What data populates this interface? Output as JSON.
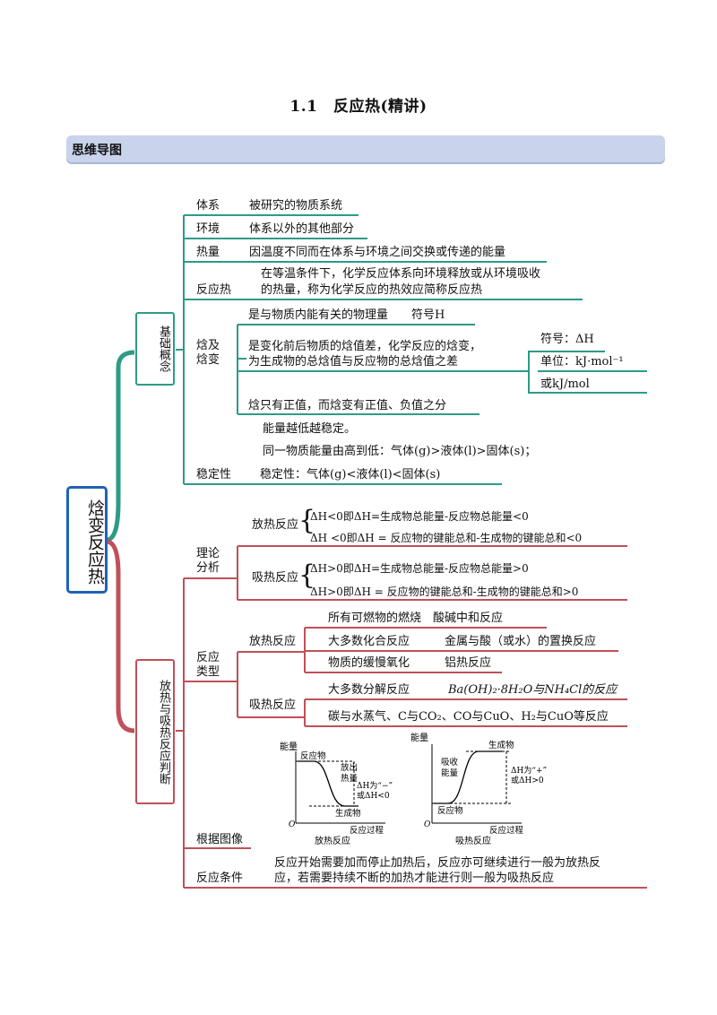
{
  "title": "1.1　反应热(精讲)",
  "section_banner": "思维导图",
  "root": "焓变反应热",
  "branch1": {
    "label": "基础概念",
    "items": {
      "system": {
        "term": "体系",
        "desc": "被研究的物质系统"
      },
      "surroundings": {
        "term": "环境",
        "desc": "体系以外的其他部分"
      },
      "heat": {
        "term": "热量",
        "desc": "因温度不同而在体系与环境之间交换或传递的能量"
      },
      "reaction_heat": {
        "term": "反应热",
        "desc1": "在等温条件下，化学反应体系向环境释放或从环境吸收",
        "desc2": "的热量，称为化学反应的热效应简称反应热"
      },
      "enthalpy": {
        "term1": "焓及",
        "term2": "焓变",
        "line1": "是与物质内能有关的物理量　　符号H",
        "line2a": "是变化前后物质的焓值差，化学反应的焓变，",
        "line2b": "为生成物的总焓值与反应物的总焓值之差",
        "symbol": "符号：ΔH",
        "unit": "单位：kJ·mol⁻¹",
        "unit_alt": "或kJ/mol",
        "line3": "焓只有正值，而焓变有正值、负值之分"
      },
      "stability": {
        "term": "稳定性",
        "line1": "能量越低越稳定。",
        "line2": "同一物质能量由高到低：气体(g)>液体(l)>固体(s)；",
        "line3": "稳定性：气体(g)<液体(l)<固体(s)"
      }
    }
  },
  "branch2": {
    "label": "放热与吸热反应判断",
    "theory": {
      "label1": "理论",
      "label2": "分析",
      "exo_label": "放热反应",
      "exo_1": "ΔH<0即ΔH=生成物总能量-反应物总能量<0",
      "exo_2": "ΔH <0即ΔH = 反应物的键能总和-生成物的键能总和<0",
      "endo_label": "吸热反应",
      "endo_1": "ΔH>0即ΔH=生成物总能量-反应物总能量>0",
      "endo_2": "ΔH>0即ΔH = 反应物的键能总和-生成物的键能总和>0"
    },
    "types": {
      "label1": "反应",
      "label2": "类型",
      "exo_label": "放热反应",
      "exo_rows": [
        [
          "所有可燃物的燃烧",
          "酸碱中和反应"
        ],
        [
          "大多数化合反应",
          "金属与酸（或水）的置换反应"
        ],
        [
          "物质的缓慢氧化",
          "铝热反应"
        ]
      ],
      "endo_label": "吸热反应",
      "endo_rows": [
        [
          "大多数分解反应",
          "Ba(OH)₂·8H₂O与NH₄Cl的反应"
        ],
        [
          "碳与水蒸气、C与CO₂、CO与CuO、H₂与CuO等反应"
        ]
      ]
    },
    "graph": {
      "label": "根据图像",
      "exo_chart": {
        "ylabel": "能量",
        "reactant": "反应物",
        "product": "生成物",
        "energy_note1": "放出",
        "energy_note2": "热量",
        "dh1": "ΔH为“−”",
        "dh2": "或ΔH<0",
        "origin": "O",
        "xlabel": "反应过程",
        "caption": "放热反应"
      },
      "endo_chart": {
        "ylabel": "能量",
        "reactant": "反应物",
        "product": "生成物",
        "energy_note1": "吸收",
        "energy_note2": "能量",
        "dh1": "ΔH为“+”",
        "dh2": "或ΔH>0",
        "origin": "O",
        "xlabel": "反应过程",
        "caption": "吸热反应"
      }
    },
    "conditions": {
      "label": "反应条件",
      "line1": "反应开始需要加而停止加热后，反应亦可继续进行一般为放热反",
      "line2": "应，若需要持续不断的加热才能进行则一般为吸热反应"
    }
  },
  "colors": {
    "teal": "#2e9b86",
    "red": "#c0505a",
    "blue": "#1f63b5",
    "banner": "#c9d3ec"
  }
}
